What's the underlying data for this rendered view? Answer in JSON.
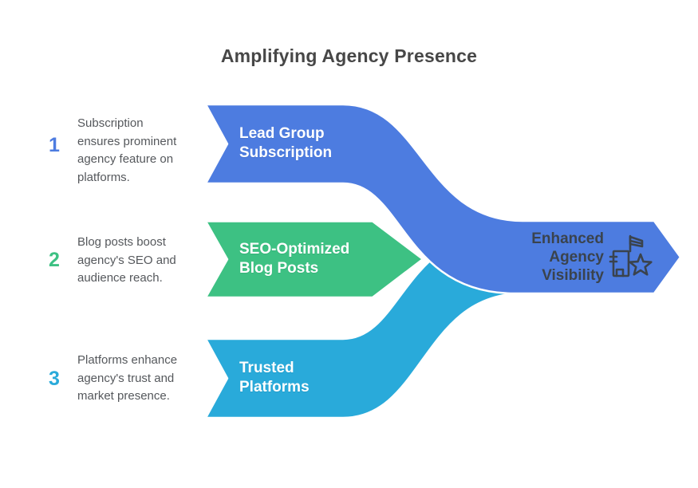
{
  "title": "Amplifying Agency Presence",
  "steps": [
    {
      "number": "1",
      "label": "Lead Group Subscription",
      "description": "Subscription ensures prominent agency feature on platforms.",
      "color": "#4d7ce0"
    },
    {
      "number": "2",
      "label": "SEO-Optimized Blog Posts",
      "description": "Blog posts boost agency's SEO and audience reach.",
      "color": "#3dc183"
    },
    {
      "number": "3",
      "label": "Trusted Platforms",
      "description": "Platforms enhance agency's trust and market presence.",
      "color": "#29aada"
    }
  ],
  "result": {
    "label": "Enhanced Agency Visibility",
    "icon": "building-with-flag-and-star-icon"
  },
  "colors": {
    "flow_blue": "#4d7ce0",
    "flow_green": "#3dc183",
    "flow_cyan": "#29aada",
    "title_text": "#474747",
    "body_text": "#55585c",
    "result_text": "#3a434d",
    "banner_text": "#ffffff",
    "icon_stroke": "#3a434d",
    "background": "#ffffff"
  }
}
